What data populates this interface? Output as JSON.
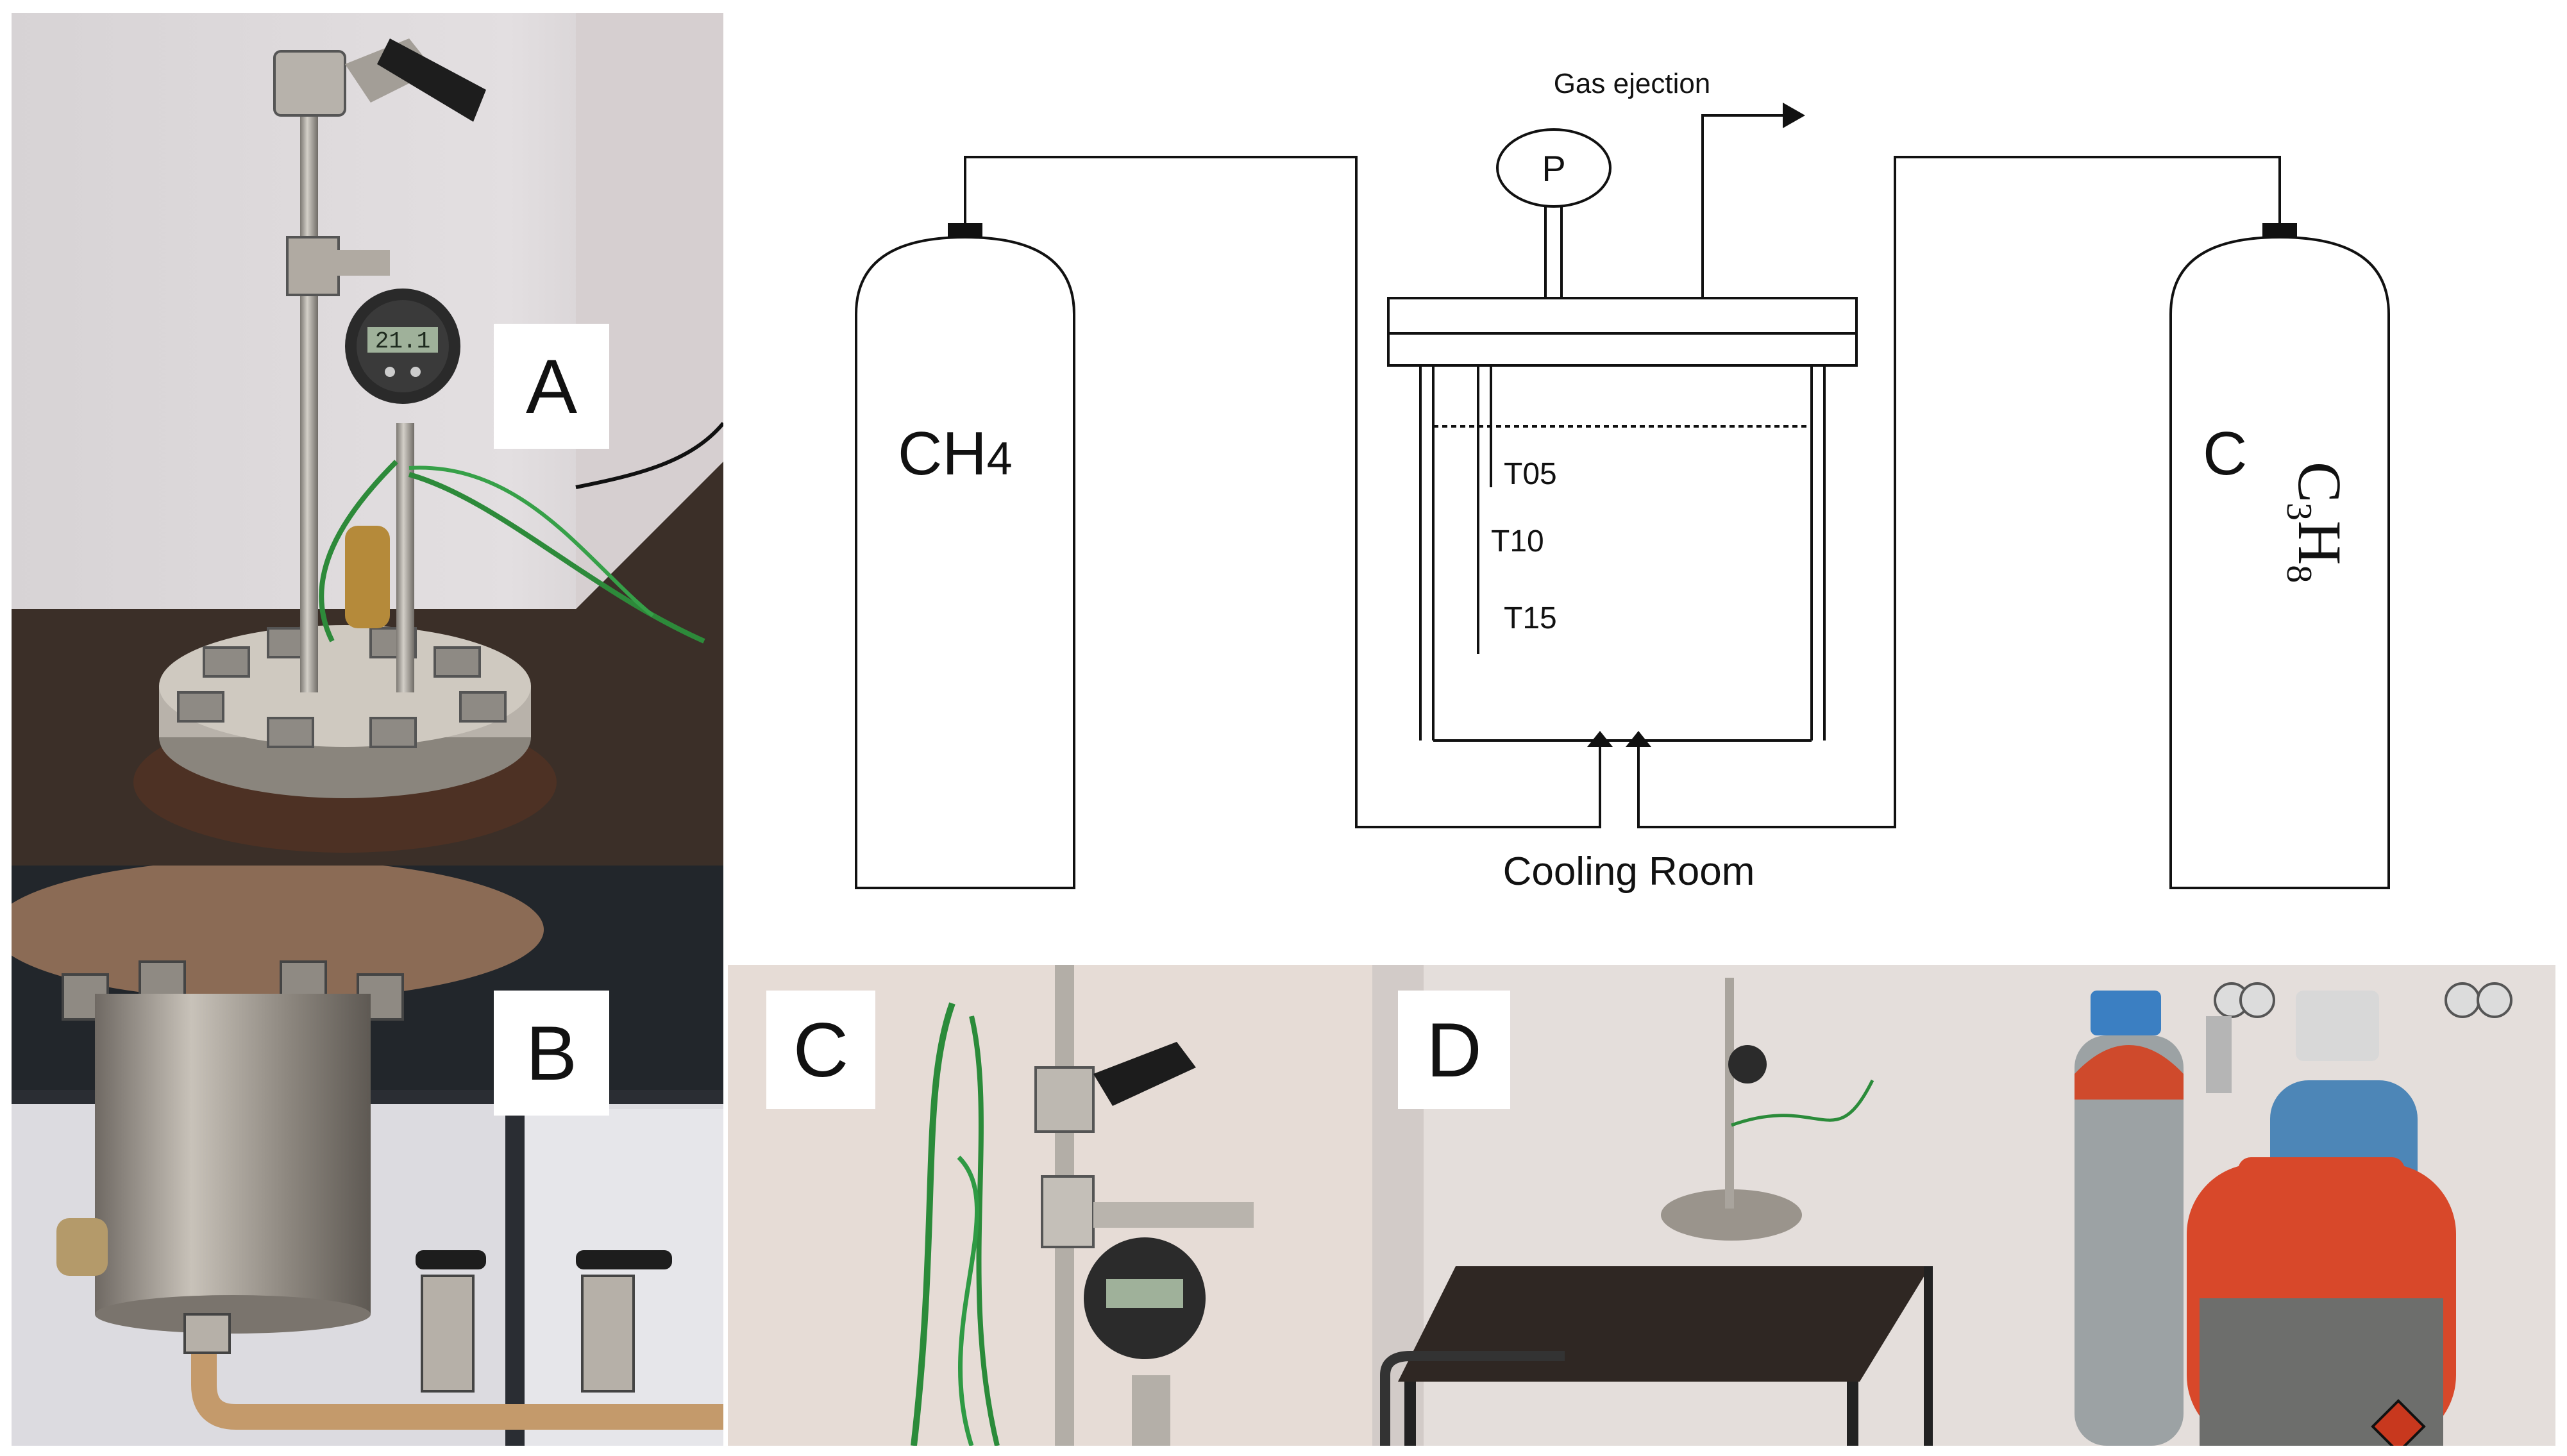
{
  "panels": {
    "A": {
      "label": "A"
    },
    "B": {
      "label": "B"
    },
    "C": {
      "label": "C"
    },
    "D": {
      "label": "D"
    }
  },
  "gauge_reading": "21.1",
  "schematic": {
    "pressure_label": "P",
    "gas_ejection": "Gas ejection",
    "cooling_room": "Cooling Room",
    "left_cylinder": {
      "main": "CH",
      "sub": "4"
    },
    "right_cylinder": {
      "letter": "C",
      "formula_main": "C",
      "sub1": "3",
      "mid": "H",
      "sub2": "8"
    },
    "thermocouples": [
      "T05",
      "T10",
      "T15"
    ]
  },
  "colors": {
    "wall": "#d9d4d0",
    "steel": "#a8a49e",
    "rust_table": "#3a2c24",
    "orange_cylinder": "#d8482a",
    "blue_cap": "#3b7fc2",
    "grey_cylinder": "#9aa0a3"
  }
}
